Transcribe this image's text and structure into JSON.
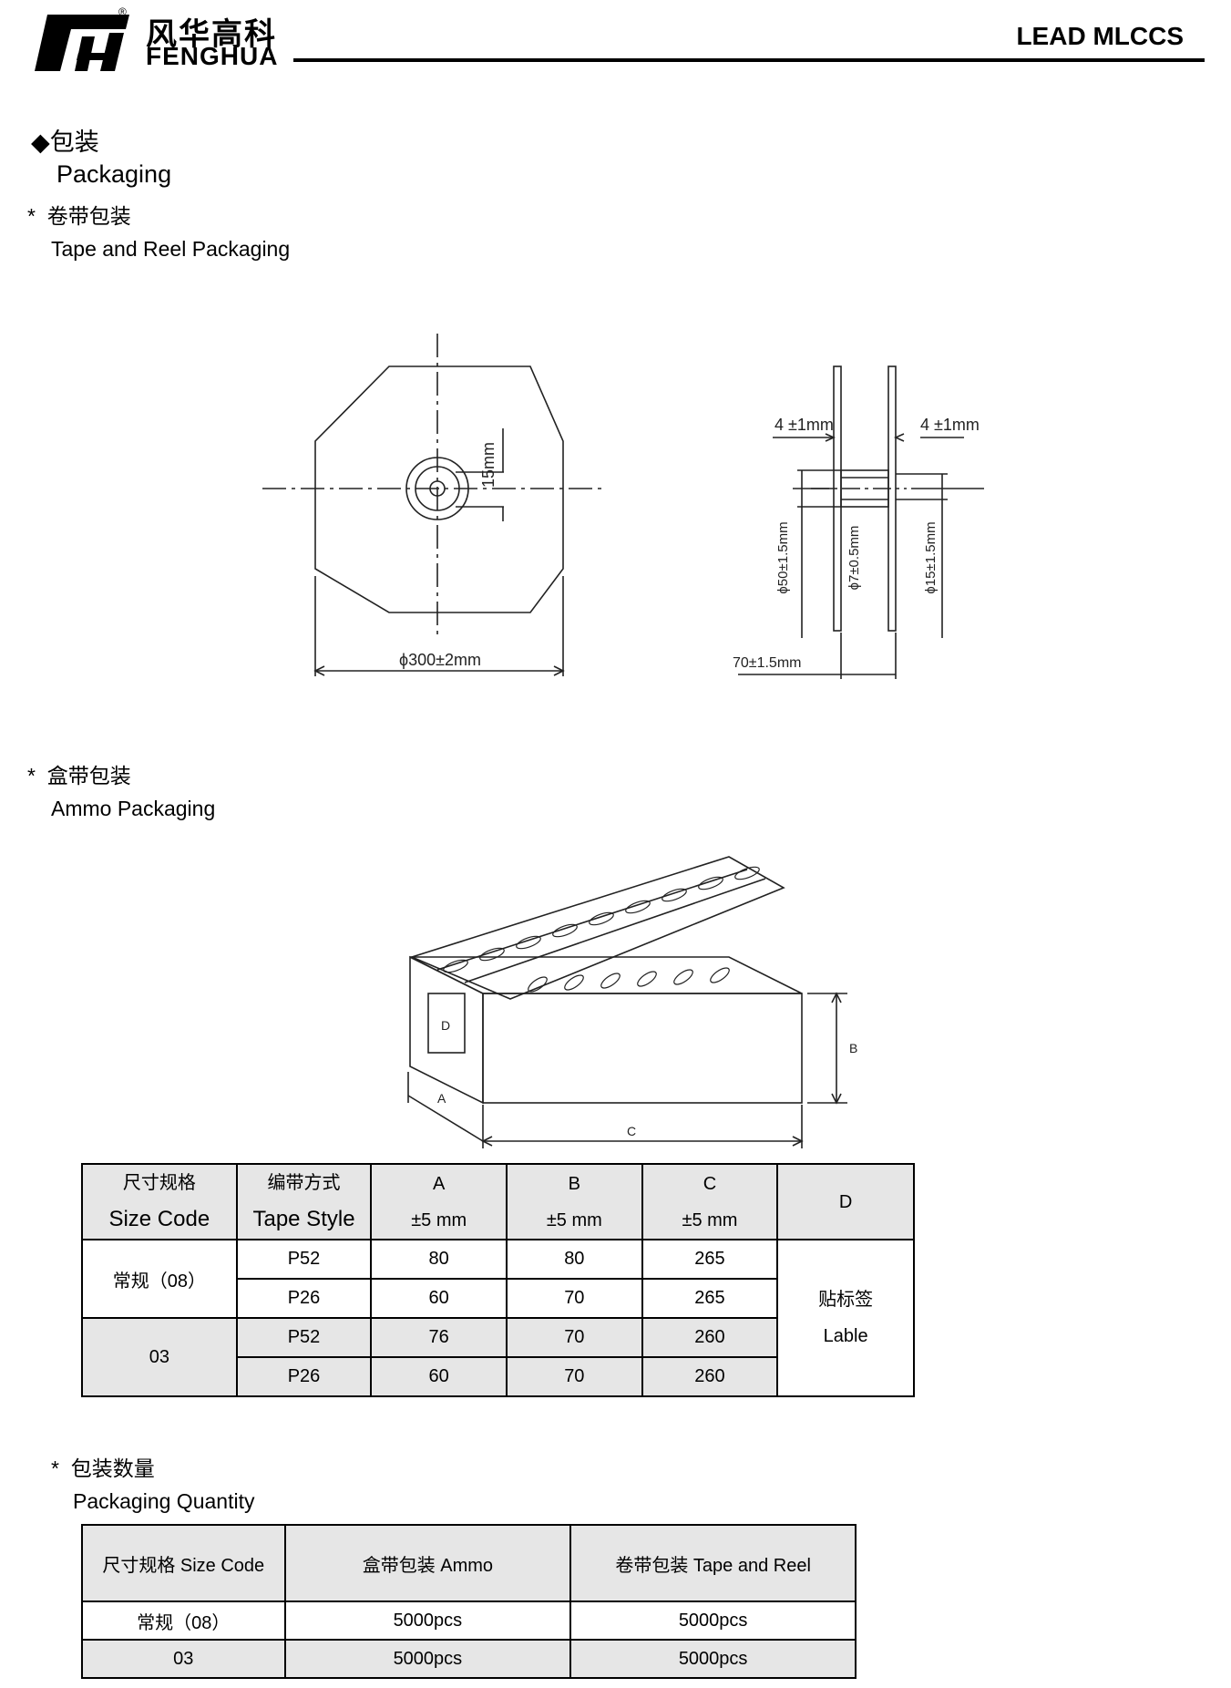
{
  "header": {
    "logo_cn": "风华高科",
    "logo_en": "FENGHUA",
    "registered_mark": "®",
    "doc_title": "LEAD MLCCS"
  },
  "section": {
    "bullet": "◆",
    "title_cn": "包装",
    "title_en": "Packaging"
  },
  "tape_reel": {
    "star": "*",
    "title_cn": "卷带包装",
    "title_en": "Tape and Reel Packaging",
    "dims": {
      "hub_height": "15mm",
      "reel_diameter": "ϕ300±2mm",
      "flange_left": "4 ±1mm",
      "flange_right": "4 ±1mm",
      "hub_diameter": "ϕ50±1.5mm",
      "arbor_hole": "ϕ7±0.5mm",
      "core": "ϕ15±1.5mm",
      "width": "70±1.5mm"
    }
  },
  "ammo": {
    "star": "*",
    "title_cn": "盒带包装",
    "title_en": "Ammo Packaging",
    "labels": {
      "a": "A",
      "b": "B",
      "c": "C",
      "d": "D"
    },
    "table": {
      "headers": [
        {
          "cn": "尺寸规格",
          "en": "Size Code"
        },
        {
          "cn": "编带方式",
          "en": "Tape Style"
        },
        {
          "cn": "A",
          "en": "±5 mm"
        },
        {
          "cn": "B",
          "en": "±5 mm"
        },
        {
          "cn": "C",
          "en": "±5 mm"
        },
        {
          "cn": "D",
          "en": ""
        }
      ],
      "groups": [
        {
          "size": "常规（08）",
          "rows": [
            {
              "style": "P52",
              "a": "80",
              "b": "80",
              "c": "265"
            },
            {
              "style": "P26",
              "a": "60",
              "b": "70",
              "c": "265"
            }
          ]
        },
        {
          "size": "03",
          "rows": [
            {
              "style": "P52",
              "a": "76",
              "b": "70",
              "c": "260"
            },
            {
              "style": "P26",
              "a": "60",
              "b": "70",
              "c": "260"
            }
          ]
        }
      ],
      "d_cn": "贴标签",
      "d_en": "Lable"
    }
  },
  "quantity": {
    "star": "*",
    "title_cn": "包装数量",
    "title_en": "Packaging Quantity",
    "table": {
      "headers": [
        "尺寸规格 Size Code",
        "盒带包装 Ammo",
        "卷带包装 Tape and Reel"
      ],
      "rows": [
        {
          "size": "常规（08）",
          "ammo": "5000pcs",
          "reel": "5000pcs"
        },
        {
          "size": "03",
          "ammo": "5000pcs",
          "reel": "5000pcs"
        }
      ]
    }
  }
}
